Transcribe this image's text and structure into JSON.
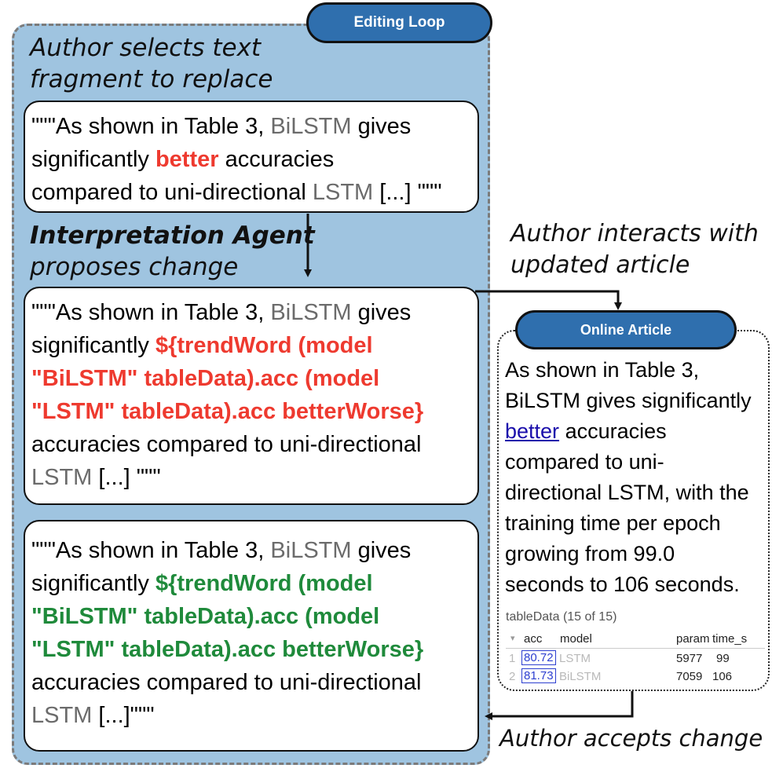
{
  "editing_loop": {
    "title": "Editing Loop",
    "author_selects": [
      "Author selects text",
      "fragment to replace"
    ],
    "original_card": {
      "line1_pre": "\"\"\"As shown in Table 3, ",
      "line1_gray": "BiLSTM",
      "line1_post": " gives",
      "line2_pre": "significantly ",
      "line2_red": "better",
      "line2_post": " accuracies",
      "line3_pre": "compared to uni-directional ",
      "line3_gray": "LSTM",
      "line3_post": " [...] \"\"\""
    },
    "agent_label": [
      "Interpretation Agent",
      "proposes change"
    ],
    "proposed_card": {
      "line1_pre": "\"\"\"As shown in Table 3, ",
      "line1_gray": "BiLSTM",
      "line1_post": " gives",
      "line2_pre": "significantly ",
      "line2_code": "${trendWord (model",
      "line3_code": "\"BiLSTM\"  tableData).acc (model",
      "line4_code": "\"LSTM\" tableData).acc betterWorse}",
      "line5": "accuracies compared to uni-directional",
      "line6_gray": "LSTM",
      "line6_post": " [...] \"\"\""
    },
    "accepted_card": {
      "line1_pre": "\"\"\"As shown in Table 3, ",
      "line1_gray": "BiLSTM",
      "line1_post": " gives",
      "line2_pre": "significantly ",
      "line2_code": "${trendWord (model",
      "line3_code": "\"BiLSTM\" tableData).acc (model",
      "line4_code": "\"LSTM\" tableData).acc betterWorse}",
      "line5": "accuracies compared to uni-directional",
      "line6_gray": "LSTM",
      "line6_post": " [...]\"\"\""
    }
  },
  "author_interacts": [
    "Author interacts with",
    "updated article"
  ],
  "author_accepts": "Author accepts change",
  "online_article": {
    "title": "Online Article",
    "lines": [
      "As shown in Table 3,",
      "BiLSTM gives significantly",
      "accuracies",
      "compared to uni-",
      "directional LSTM, with the",
      "training time per epoch",
      "growing from 99.0",
      "seconds to 106 seconds."
    ],
    "link_word": "better",
    "table": {
      "caption": "tableData (15 of 15)",
      "sort_icon": "▾",
      "columns": [
        "acc",
        "model",
        "param",
        "time_s"
      ],
      "rows": [
        {
          "index": "1",
          "acc": "80.72",
          "model": "LSTM",
          "param": "5977",
          "time_s": "99"
        },
        {
          "index": "2",
          "acc": "81.73",
          "model": "BiLSTM",
          "param": "7059",
          "time_s": "106"
        }
      ]
    }
  },
  "colors": {
    "panel": "#9fc4e0",
    "pill": "#2f6fae",
    "highlight_red": "#ee3a2f",
    "highlight_green": "#1f8a3b",
    "link": "#1a0dab"
  }
}
